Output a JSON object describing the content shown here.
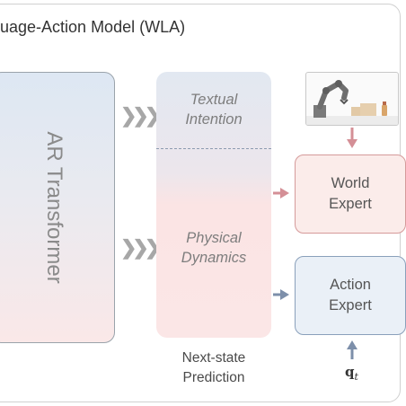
{
  "title": "uage-Action Model (WLA)",
  "ar_transformer": {
    "label": "AR Transformer"
  },
  "chevrons": "❯❯❯",
  "middle": {
    "intention": [
      "Textual",
      "Intention"
    ],
    "dynamics": [
      "Physical",
      "Dynamics"
    ],
    "caption": [
      "Next-state",
      "Prediction"
    ]
  },
  "world_expert": [
    "World",
    "Expert"
  ],
  "action_expert": [
    "Action",
    "Expert"
  ],
  "qt": {
    "base": "q",
    "sub": "t"
  },
  "colors": {
    "world_border": "#d59a9a",
    "world_arrow": "#d48f96",
    "action_border": "#8aa0bb",
    "action_arrow": "#7d8faa",
    "chevron": "#a7a7a7"
  }
}
